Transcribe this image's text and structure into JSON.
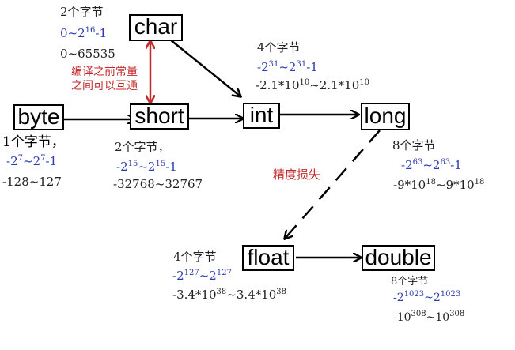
{
  "types": {
    "char": "char",
    "byte": "byte",
    "short": "short",
    "int": "int",
    "long": "long",
    "float": "float",
    "double": "double"
  },
  "annotations": {
    "char": {
      "size": "2个字节",
      "range_pow": [
        "0~2",
        "16",
        "-1"
      ],
      "range": "0~65535"
    },
    "byte": {
      "size": "1个字节，",
      "range_pow": [
        "-2",
        "7",
        "~2",
        "7",
        "-1"
      ],
      "range": "-128~127"
    },
    "short": {
      "size": "2个字节，",
      "range_pow": [
        "-2",
        "15",
        "~2",
        "15",
        "-1"
      ],
      "range": "-32768~32767"
    },
    "int": {
      "size": "4个字节",
      "range_pow": [
        "-2",
        "31",
        "~2",
        "31",
        "-1"
      ],
      "range": [
        "-2.1*10",
        "10",
        "~2.1*10",
        "10"
      ]
    },
    "long": {
      "size": "8个字节",
      "range_pow": [
        "-2",
        "63",
        "~2",
        "63",
        "-1"
      ],
      "range": [
        "-9*10",
        "18",
        "~9*10",
        "18"
      ]
    },
    "float": {
      "size": "4个字节",
      "range_pow": [
        "-2",
        "127",
        "~2",
        "127"
      ],
      "range": [
        "-3.4*10",
        "38",
        "~3.4*10",
        "38"
      ]
    },
    "double": {
      "size": "8个字节",
      "range_pow": [
        "-2",
        "1023",
        "~2",
        "1023"
      ],
      "range": [
        "-10",
        "308",
        "~10",
        "308"
      ]
    }
  },
  "labels": {
    "char_short_line1": "编译之前常量",
    "char_short_line2": "之间可以互通",
    "precision_loss": "精度损失"
  },
  "colors": {
    "line": "#000000",
    "red": "#c42a2a",
    "blue": "#2b3bb0"
  }
}
